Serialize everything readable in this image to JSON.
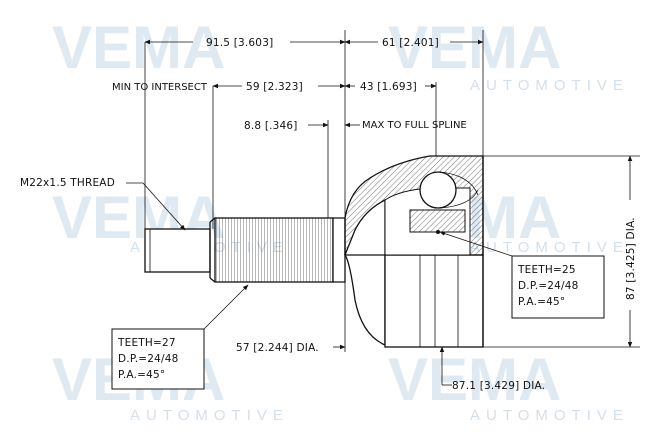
{
  "watermark": {
    "brand": "VEMA",
    "subtitle": "AUTOMOTIVE"
  },
  "dimensions": {
    "overall_length": "91.5 [3.603]",
    "outer_length": "61 [2.401]",
    "min_to_intersect_label": "MIN TO INTERSECT",
    "min_to_intersect_value": "59 [2.323]",
    "spline_length": "43 [1.693]",
    "max_to_full_spline": "MAX TO FULL SPLINE",
    "small_offset": "8.8 [.346]",
    "thread": "M22x1.5 THREAD",
    "body_height": "87 [3.425] DIA.",
    "shaft_dia": "57 [2.244] DIA.",
    "outer_dia": "87.1 [3.429] DIA."
  },
  "spec_inner": {
    "teeth": "TEETH=25",
    "dp": "D.P.=24/48",
    "pa": "P.A.=45°"
  },
  "spec_outer": {
    "teeth": "TEETH=27",
    "dp": "D.P.=24/48",
    "pa": "P.A.=45°"
  },
  "colors": {
    "line": "#111111",
    "watermark": "#dfe9f2"
  }
}
